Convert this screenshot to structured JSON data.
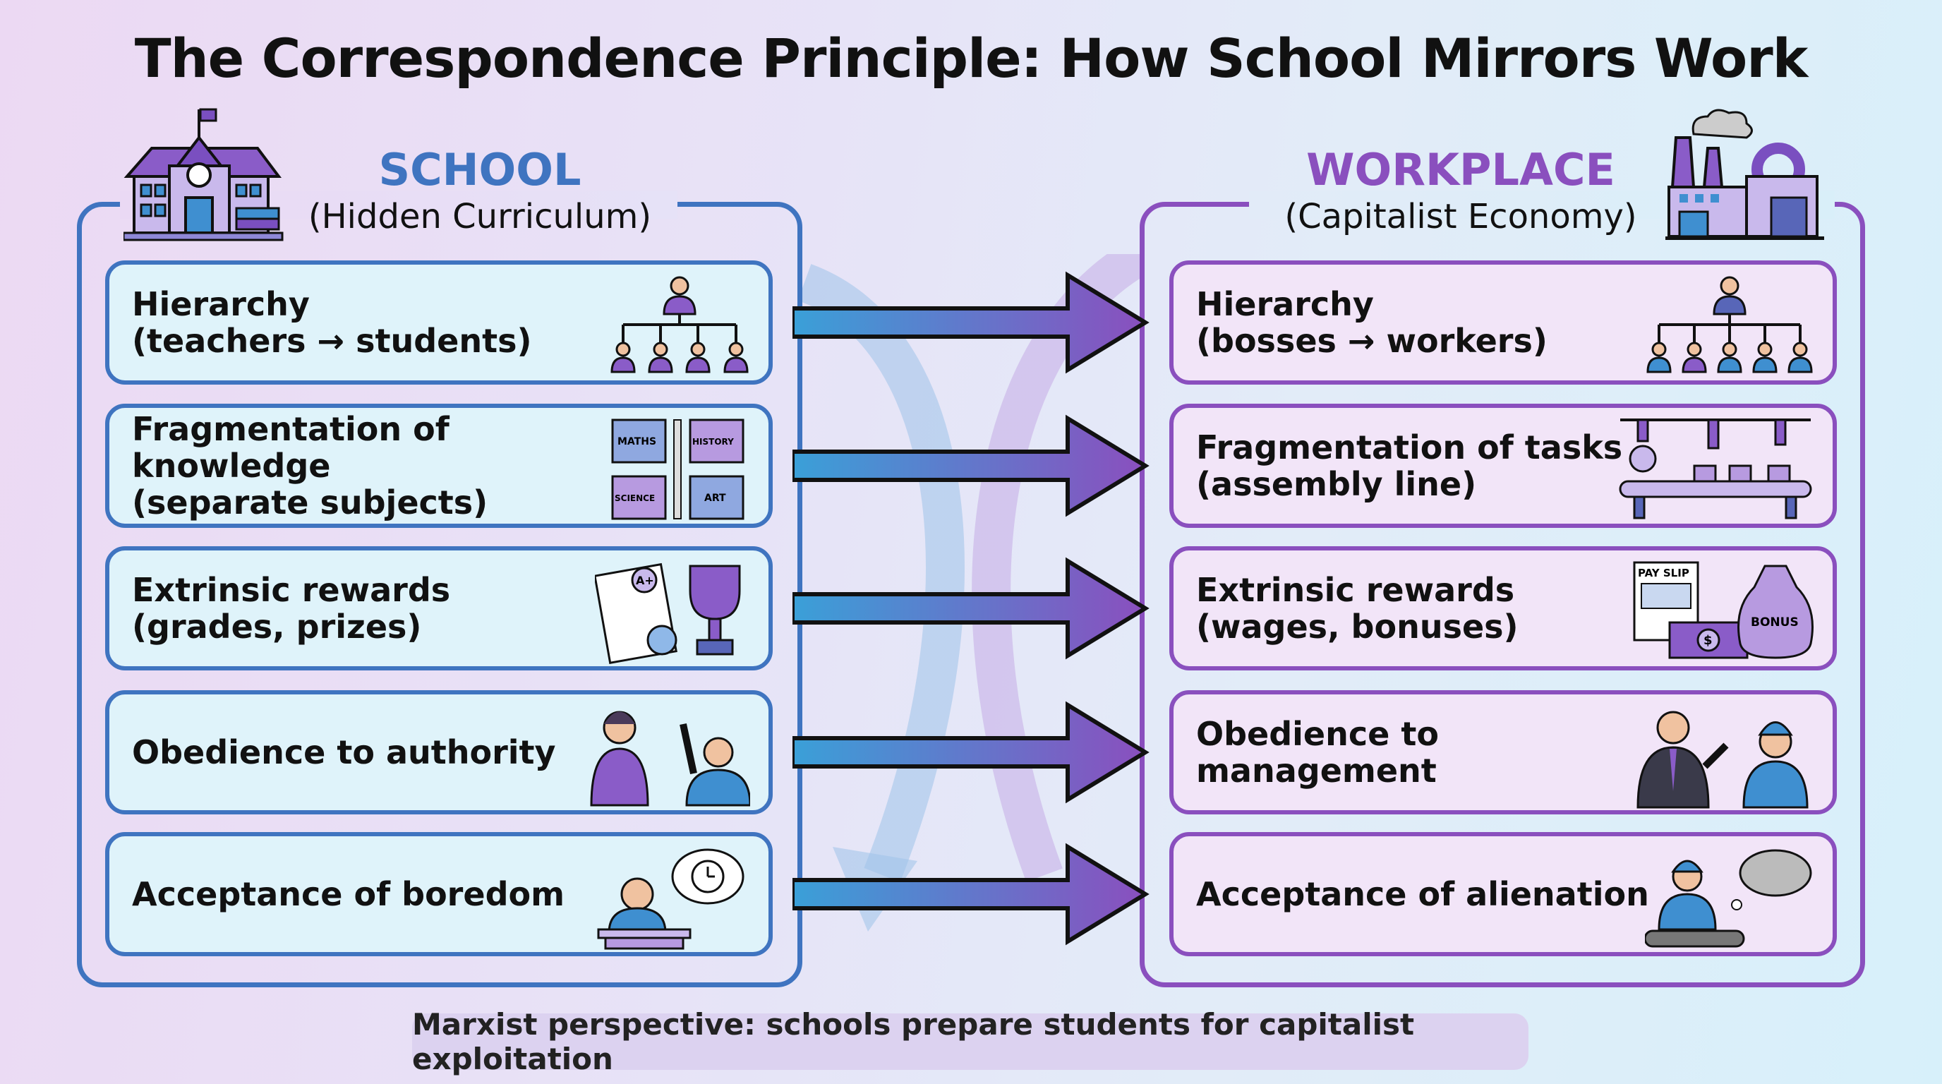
{
  "title": "The Correspondence Principle: How School Mirrors Work",
  "school": {
    "heading": "SCHOOL",
    "subheading": "(Hidden Curriculum)",
    "color": "#3f74c0",
    "icon": "school-building-icon",
    "items": [
      {
        "line1": "Hierarchy",
        "line2": "(teachers → students)",
        "icon": "hierarchy-chart-icon"
      },
      {
        "line1": "Fragmentation of knowledge",
        "line2": "(separate subjects)",
        "icon": "puzzle-subjects-icon",
        "icon_labels": [
          "MATHS",
          "HISTORY",
          "SCIENCE",
          "ART"
        ]
      },
      {
        "line1": "Extrinsic rewards",
        "line2": "(grades, prizes)",
        "icon": "graded-paper-trophy-icon",
        "icon_labels": [
          "A+"
        ]
      },
      {
        "line1": "Obedience to authority",
        "line2": "",
        "icon": "teacher-student-icon"
      },
      {
        "line1": "Acceptance of boredom",
        "line2": "",
        "icon": "bored-student-clock-icon"
      }
    ]
  },
  "workplace": {
    "heading": "WORKPLACE",
    "subheading": "(Capitalist Economy)",
    "color": "#8a4fbe",
    "icon": "factory-icon",
    "items": [
      {
        "line1": "Hierarchy",
        "line2": "(bosses → workers)",
        "icon": "hierarchy-chart-icon"
      },
      {
        "line1": "Fragmentation of tasks",
        "line2": "(assembly line)",
        "icon": "assembly-line-icon"
      },
      {
        "line1": "Extrinsic rewards",
        "line2": "(wages, bonuses)",
        "icon": "payslip-money-bag-icon",
        "icon_labels": [
          "PAY SLIP",
          "BONUS",
          "$"
        ]
      },
      {
        "line1": "Obedience to",
        "line2": "management",
        "icon": "manager-worker-icon"
      },
      {
        "line1": "Acceptance of alienation",
        "line2": "",
        "icon": "worker-thought-cloud-icon"
      }
    ]
  },
  "footer": "Marxist perspective: schools prepare students for capitalist exploitation"
}
